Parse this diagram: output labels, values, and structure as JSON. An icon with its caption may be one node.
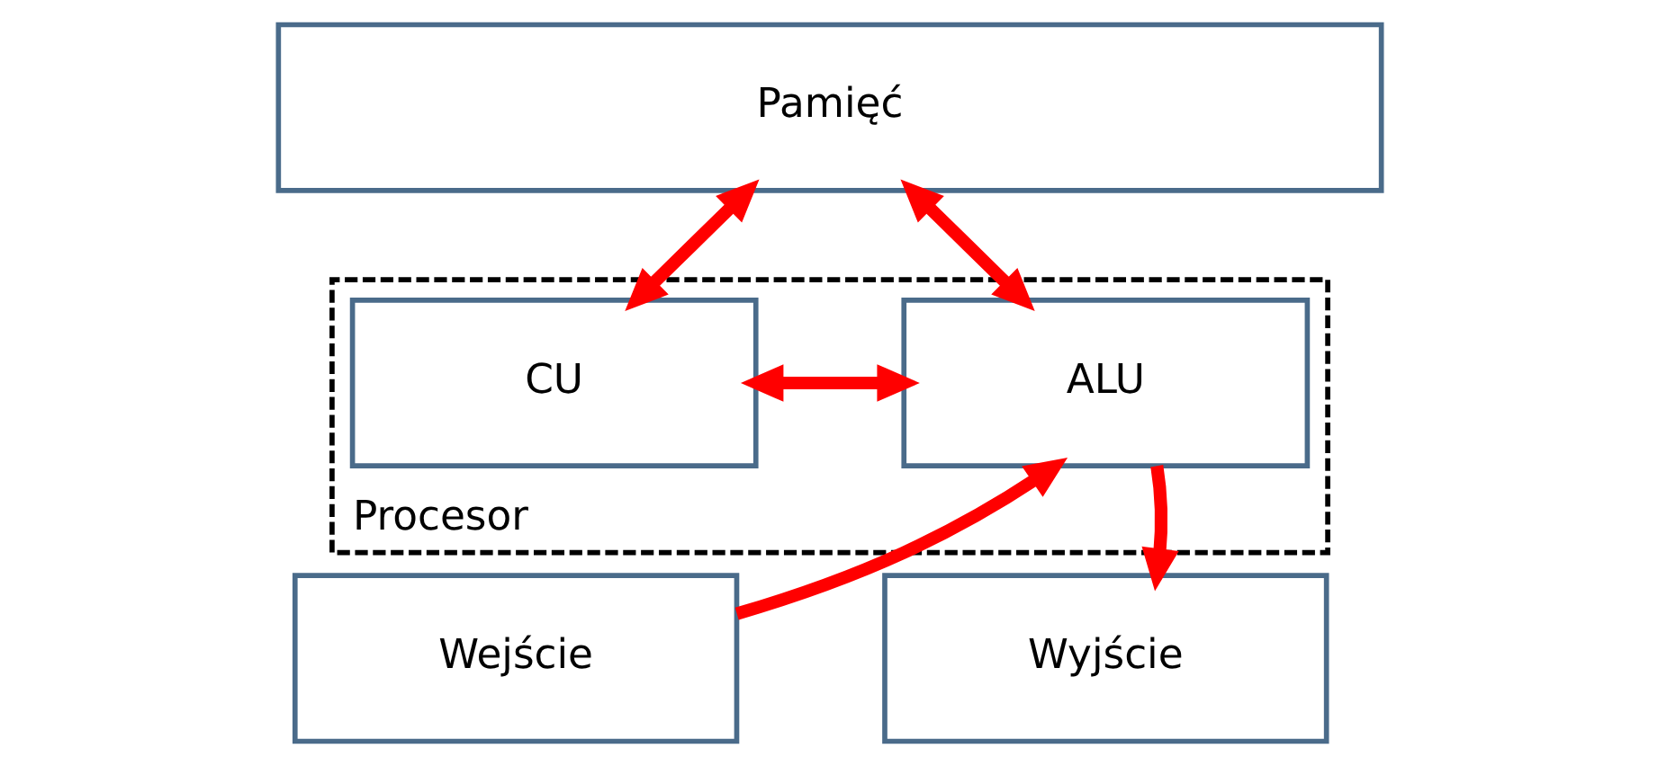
{
  "diagram": {
    "nodes": [
      {
        "text": [
          "Pamięć"
        ]
      },
      {
        "text": [
          "Procesor"
        ]
      },
      {
        "text": [
          "CU"
        ],
        "in": 1
      },
      {
        "text": [
          "ALU"
        ],
        "in": 1
      },
      {
        "text": [
          "Wejście"
        ]
      },
      {
        "text": [
          "Wyjście"
        ]
      }
    ],
    "edges": [
      {
        "from": 0,
        "to": 2,
        "arrow": "both"
      },
      {
        "from": 0,
        "to": 3,
        "arrow": "both"
      },
      {
        "from": 2,
        "to": 3,
        "arrow": "both"
      },
      {
        "from": 4,
        "to": 3,
        "arrow": "to"
      },
      {
        "from": 3,
        "to": 5,
        "arrow": "to"
      }
    ]
  }
}
